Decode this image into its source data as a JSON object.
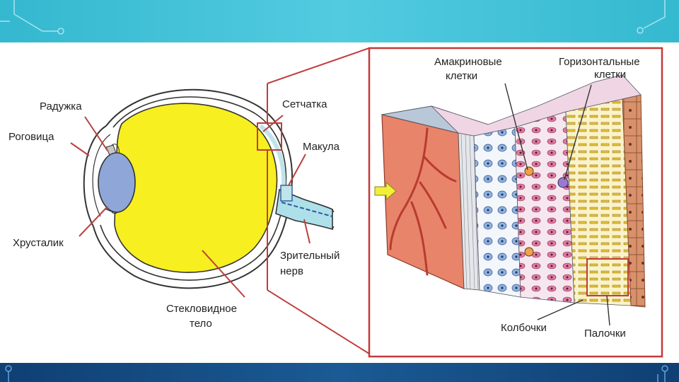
{
  "labels": {
    "iris": "Радужка",
    "cornea": "Роговица",
    "lens": "Хрусталик",
    "retina": "Сетчатка",
    "macula": "Макула",
    "optic_nerve_1": "Зрительный",
    "optic_nerve_2": "нерв",
    "vitreous_1": "Стекловидное",
    "vitreous_2": "тело",
    "amacrine_1": "Амакриновые",
    "amacrine_2": "клетки",
    "horizontal_1": "Горизонтальные",
    "horizontal_2": "клетки",
    "cones": "Колбочки",
    "rods": "Палочки"
  },
  "colors": {
    "vitreous": "#f7ef1f",
    "lens": "#8fa6d8",
    "frame": "#c23a3a",
    "leader": "#b9413d",
    "retina_tissue": "#e8846a",
    "band_top": "#45c2d8",
    "band_bottom": "#15497f"
  }
}
